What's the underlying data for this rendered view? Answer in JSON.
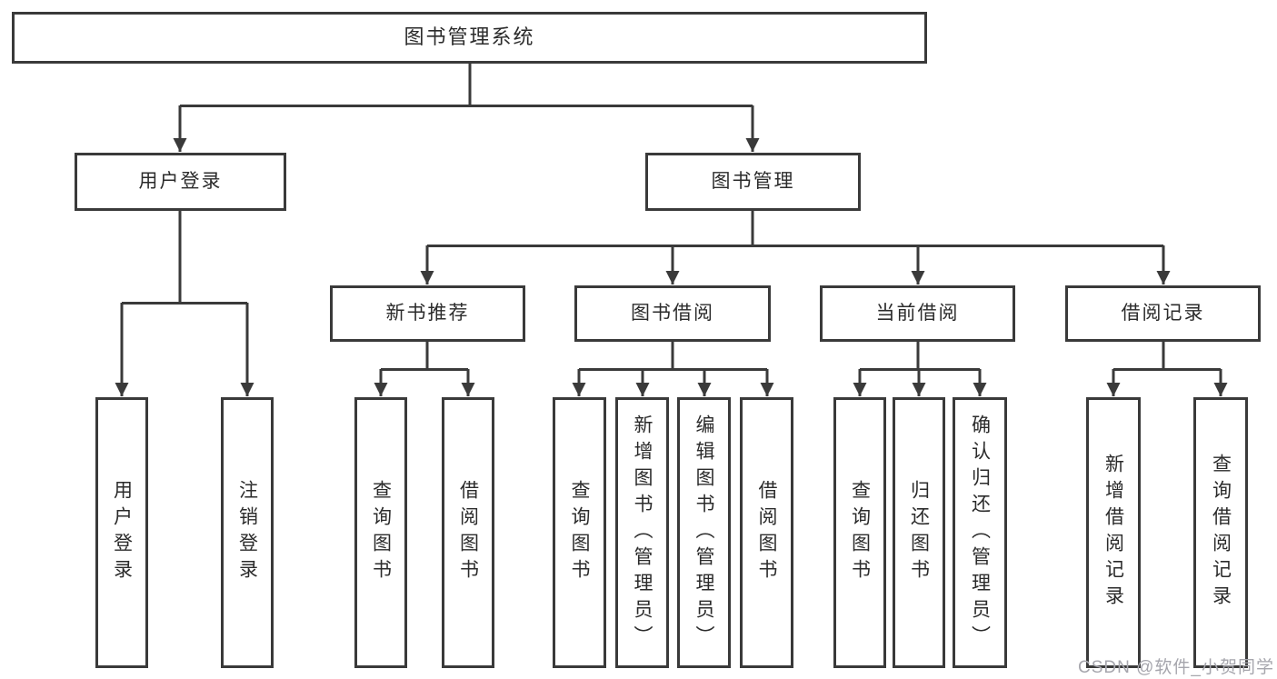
{
  "tree": {
    "label": "图书管理系统",
    "children": [
      {
        "label": "用户登录",
        "children": [
          {
            "label": "用户登录"
          },
          {
            "label": "注销登录"
          }
        ]
      },
      {
        "label": "图书管理",
        "children": [
          {
            "label": "新书推荐",
            "children": [
              {
                "label": "查询图书"
              },
              {
                "label": "借阅图书"
              }
            ]
          },
          {
            "label": "图书借阅",
            "children": [
              {
                "label": "查询图书"
              },
              {
                "label": "新增图书（管理员）"
              },
              {
                "label": "编辑图书（管理员）"
              },
              {
                "label": "借阅图书"
              }
            ]
          },
          {
            "label": "当前借阅",
            "children": [
              {
                "label": "查询图书"
              },
              {
                "label": "归还图书"
              },
              {
                "label": "确认归还（管理员）"
              }
            ]
          },
          {
            "label": "借阅记录",
            "children": [
              {
                "label": "新增借阅记录"
              },
              {
                "label": "查询借阅记录"
              }
            ]
          }
        ]
      }
    ]
  },
  "watermark": {
    "text": "CSDN @软件_小贺同学"
  },
  "colors": {
    "line": "#3a3a3a",
    "box_border": "#3a3a3a",
    "box_fill": "#ffffff",
    "text": "#2b2b2b",
    "watermark": "#a6a6ad",
    "background": "#ffffff"
  }
}
